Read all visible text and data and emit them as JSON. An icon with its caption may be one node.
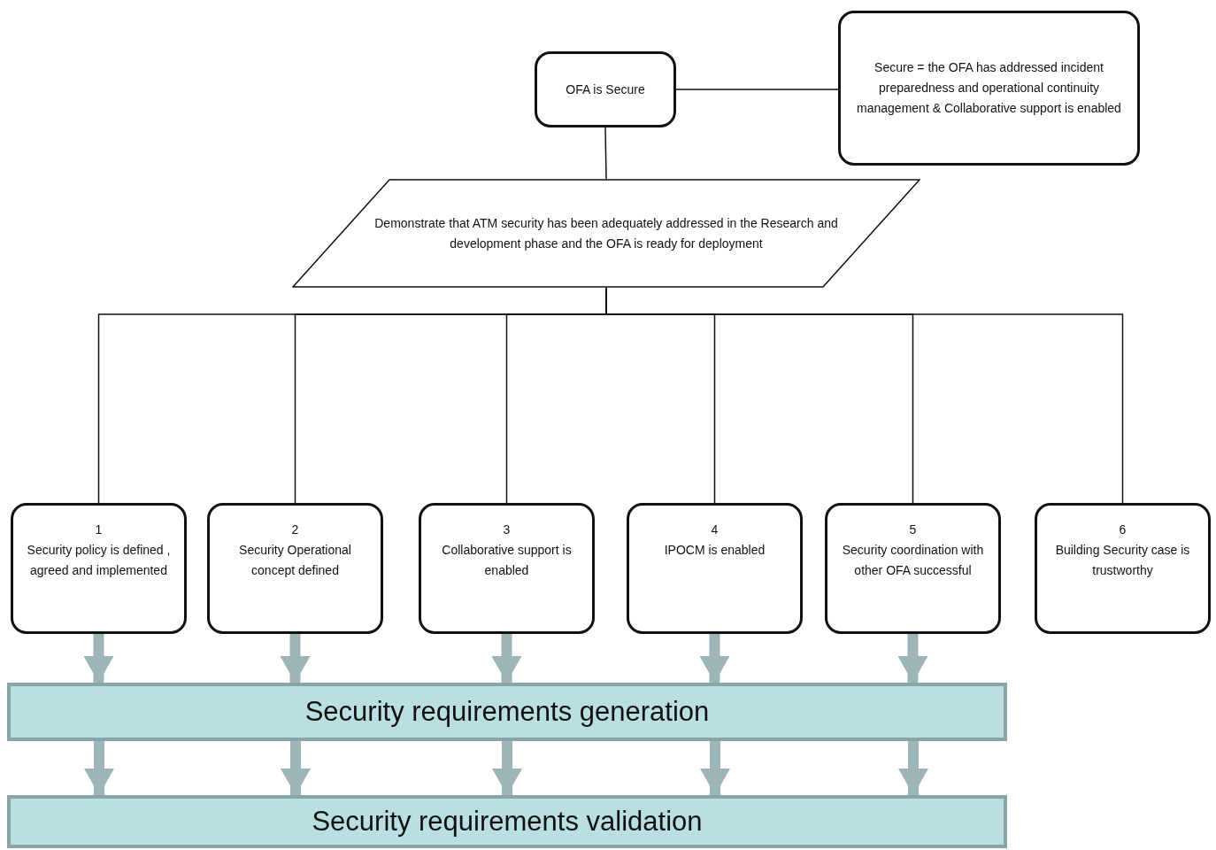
{
  "diagram": {
    "nodes": [
      {
        "text": [
          "OFA is Secure"
        ]
      },
      {
        "text": [
          "Secure = the OFA has addressed incident preparedness and operational continuity management & Collaborative support is enabled"
        ]
      },
      {
        "text": [
          "Demonstrate that ATM security has been adequately addressed in the Research and development phase and the OFA is ready for deployment"
        ]
      },
      {
        "text": [
          "1",
          "Security policy is defined , agreed and implemented"
        ]
      },
      {
        "text": [
          "2",
          "Security Operational concept defined"
        ]
      },
      {
        "text": [
          "3",
          "Collaborative support is enabled"
        ]
      },
      {
        "text": [
          "4",
          "IPOCM is enabled"
        ]
      },
      {
        "text": [
          "5",
          "Security coordination with other OFA successful"
        ]
      },
      {
        "text": [
          "6",
          "Building Security case is trustworthy"
        ]
      },
      {
        "text": [
          "Security requirements generation"
        ]
      },
      {
        "text": [
          "Security requirements validation"
        ]
      }
    ],
    "edges": [
      {
        "from": 0,
        "to": 1,
        "arrow": "none",
        "color": "#111111"
      },
      {
        "from": 0,
        "to": 2,
        "arrow": "none",
        "color": "#111111"
      },
      {
        "from": 2,
        "to": 3,
        "arrow": "none",
        "color": "#111111"
      },
      {
        "from": 2,
        "to": 4,
        "arrow": "none",
        "color": "#111111"
      },
      {
        "from": 2,
        "to": 5,
        "arrow": "none",
        "color": "#111111"
      },
      {
        "from": 2,
        "to": 6,
        "arrow": "none",
        "color": "#111111"
      },
      {
        "from": 2,
        "to": 7,
        "arrow": "none",
        "color": "#111111"
      },
      {
        "from": 2,
        "to": 8,
        "arrow": "none",
        "color": "#111111"
      },
      {
        "from": 3,
        "to": 9,
        "arrow": "to",
        "color": "#9db5b7"
      },
      {
        "from": 4,
        "to": 9,
        "arrow": "to",
        "color": "#9db5b7"
      },
      {
        "from": 5,
        "to": 9,
        "arrow": "to",
        "color": "#9db5b7"
      },
      {
        "from": 6,
        "to": 9,
        "arrow": "to",
        "color": "#9db5b7"
      },
      {
        "from": 7,
        "to": 9,
        "arrow": "to",
        "color": "#9db5b7"
      },
      {
        "from": 9,
        "to": 10,
        "arrow": "to",
        "color": "#9db5b7"
      },
      {
        "from": 9,
        "to": 10,
        "arrow": "to",
        "color": "#9db5b7"
      },
      {
        "from": 9,
        "to": 10,
        "arrow": "to",
        "color": "#9db5b7"
      },
      {
        "from": 9,
        "to": 10,
        "arrow": "to",
        "color": "#9db5b7"
      },
      {
        "from": 9,
        "to": 10,
        "arrow": "to",
        "color": "#9db5b7"
      }
    ]
  }
}
